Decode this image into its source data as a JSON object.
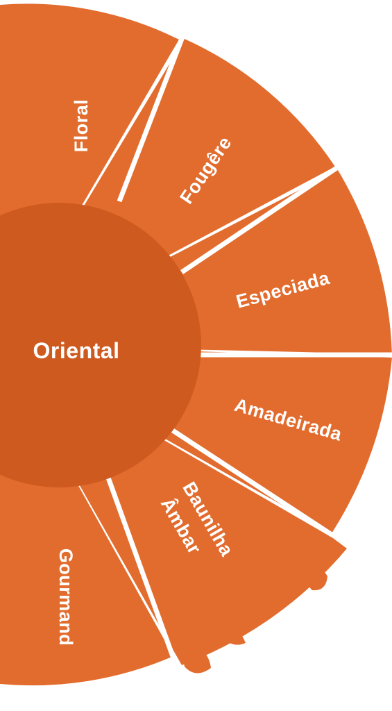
{
  "diagram": {
    "center": {
      "label": "Oriental"
    },
    "segments": [
      {
        "id": "floral",
        "label": "Floral"
      },
      {
        "id": "fougere",
        "label": "Fougêre"
      },
      {
        "id": "especiada",
        "label": "Especiada"
      },
      {
        "id": "amadeirada",
        "label": "Amadeirada"
      },
      {
        "id": "baunilha-ambar",
        "label": "Baunilha",
        "label2": "Âmbar"
      },
      {
        "id": "gourmand",
        "label": "Gourmand"
      }
    ],
    "colors": {
      "segment": "#E26C2E",
      "hub": "#CF5A20",
      "divider": "#FFFFFF",
      "text": "#FFFFFF"
    }
  }
}
